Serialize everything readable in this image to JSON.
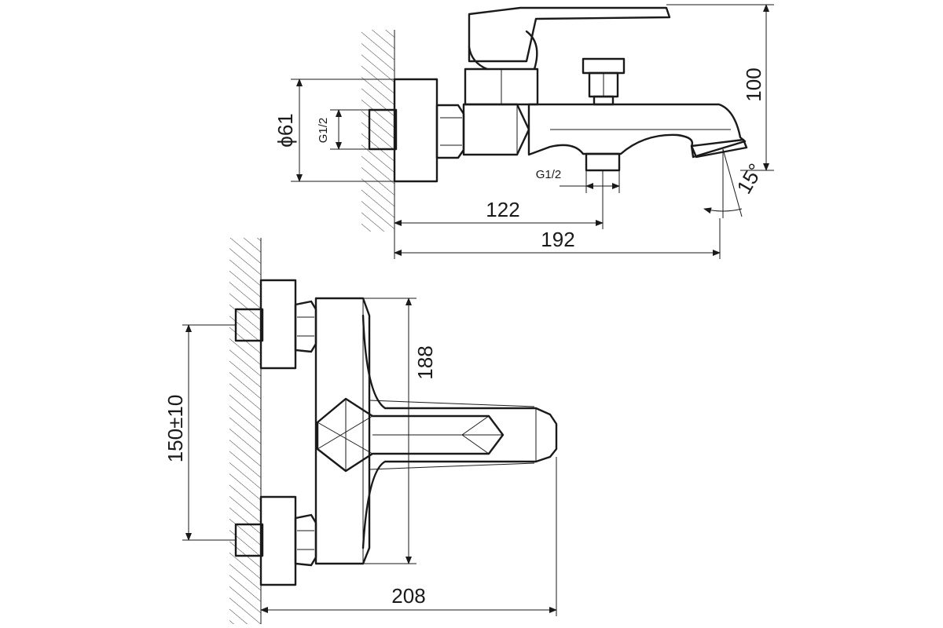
{
  "dimensions": {
    "diameter": "ϕ61",
    "thread_wall": "G1/2",
    "thread_outlet": "G1/2",
    "height_100": "100",
    "angle": "15°",
    "len_122": "122",
    "len_192": "192",
    "height_188": "188",
    "spacing": "150±10",
    "depth_208": "208"
  }
}
